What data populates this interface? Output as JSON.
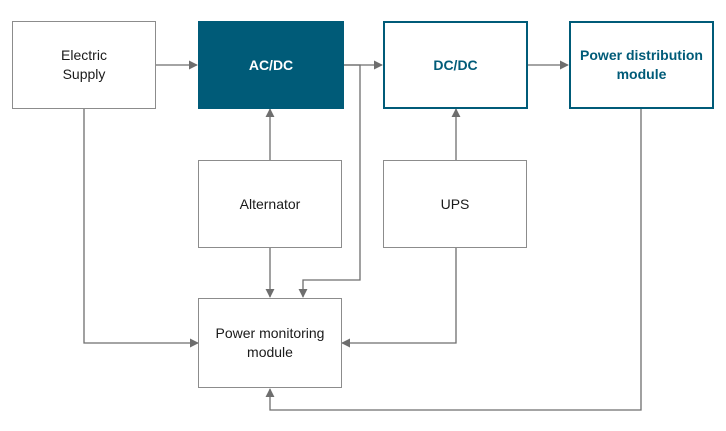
{
  "colors": {
    "accent": "#005b78",
    "line": "#6e6e6e",
    "box_border": "#8c8c8c",
    "text": "#1a1a1a"
  },
  "nodes": {
    "electric_supply": "Electric\nSupply",
    "ac_dc": "AC/DC",
    "dc_dc": "DC/DC",
    "power_distribution": "Power distribution\nmodule",
    "alternator": "Alternator",
    "ups": "UPS",
    "power_monitoring": "Power monitoring\nmodule"
  }
}
